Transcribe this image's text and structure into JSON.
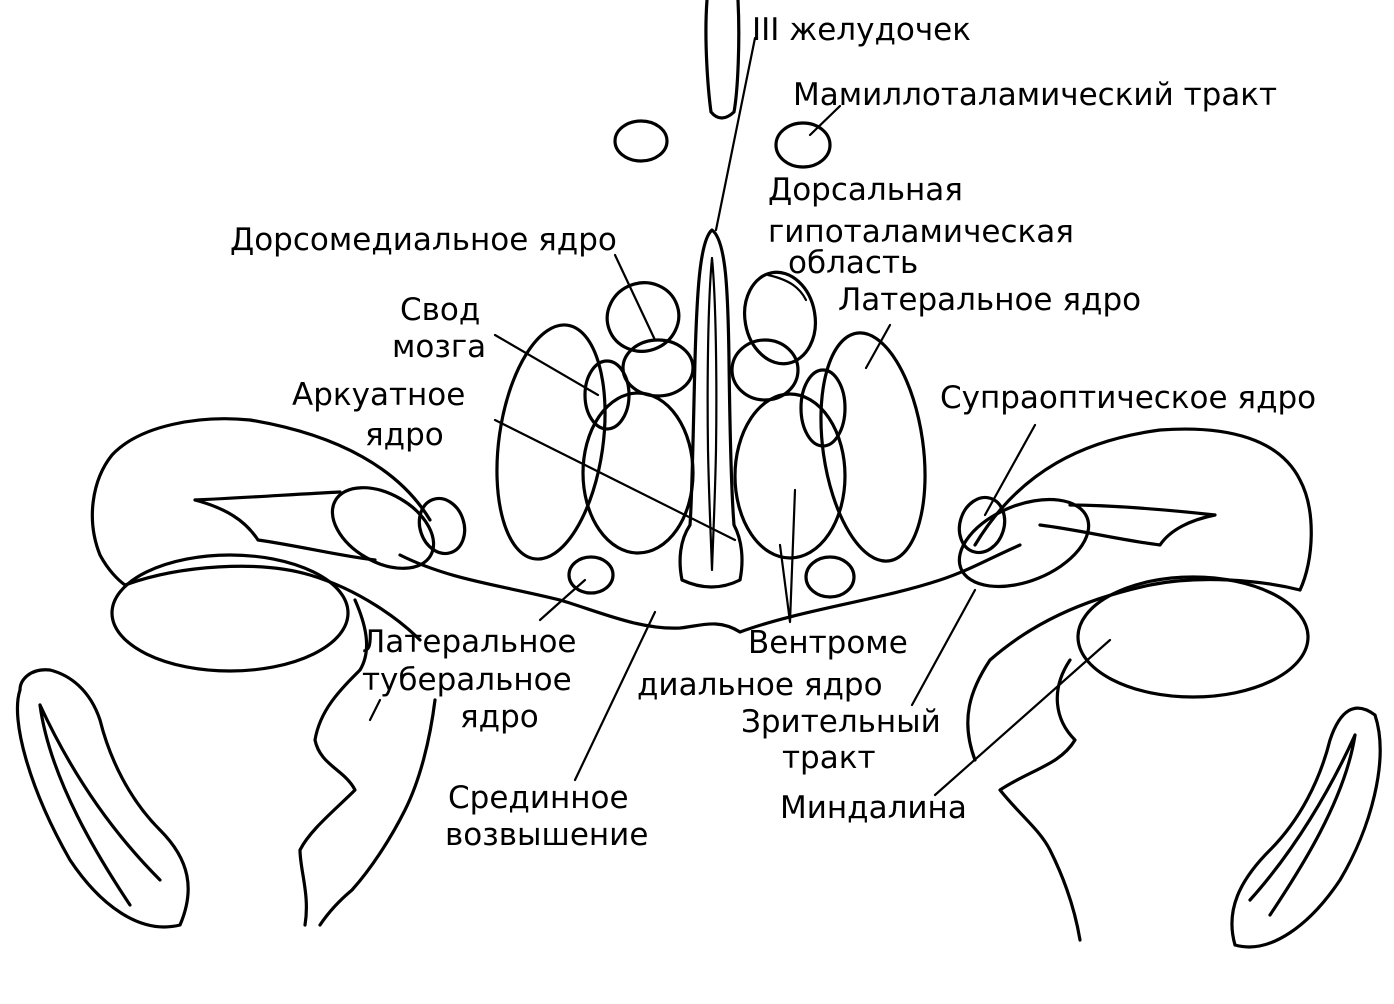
{
  "labels": {
    "ventricle": "III желудочек",
    "mamillothalamic": "Мамиллоталамический тракт",
    "dorsal_area_1": "Дорсальная",
    "dorsal_area_2": "гипоталамическая",
    "dorsal_area_3": "область",
    "dorsomedial": "Дорсомедиальное ядро",
    "lateral_nucleus": "Латеральное ядро",
    "fornix_1": "Свод",
    "fornix_2": "мозга",
    "arcuate_1": "Аркуатное",
    "arcuate_2": "ядро",
    "supraoptic": "Супраоптическое ядро",
    "lateral_tuberal_1": "Латеральное",
    "lateral_tuberal_2": "туберальное",
    "lateral_tuberal_3": "ядро",
    "ventromedial_1": "Вентроме",
    "ventromedial_2": "диальное ядро",
    "optic_tract_1": "Зрительный",
    "optic_tract_2": "тракт",
    "median_eminence_1": "Срединное",
    "median_eminence_2": "возвышение",
    "amygdala": "Миндалина"
  }
}
